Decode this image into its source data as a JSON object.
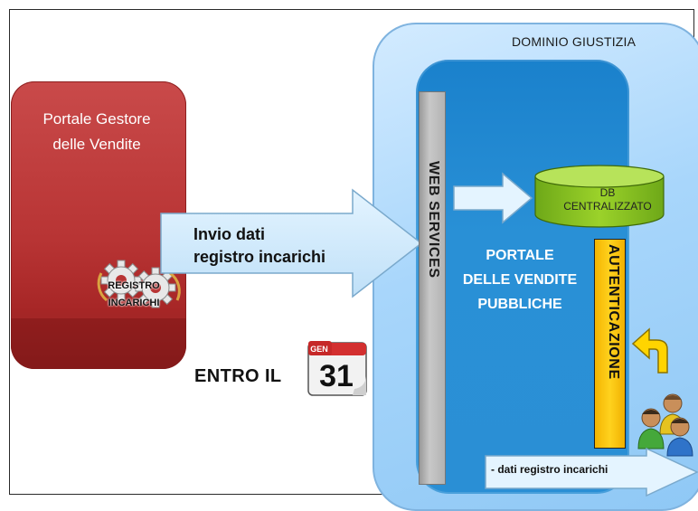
{
  "domain": {
    "title": "DOMINIO GIUSTIZIA"
  },
  "left_portal": {
    "title_line1": "Portale Gestore",
    "title_line2": "delle Vendite"
  },
  "registro": {
    "line1": "REGISTRO",
    "line2": "INCARICHI"
  },
  "main_arrow": {
    "line1": "Invio dati",
    "line2": "registro incarichi"
  },
  "web_services": {
    "label": "WEB SERVICES"
  },
  "database": {
    "line1": "DB",
    "line2": "CENTRALIZZATO"
  },
  "portal": {
    "line1": "PORTALE",
    "line2": "DELLE VENDITE",
    "line3": "PUBBLICHE"
  },
  "authentication": {
    "label": "AUTENTICAZIONE"
  },
  "deadline": {
    "text": "ENTRO IL"
  },
  "calendar": {
    "month": "GEN",
    "day": "31"
  },
  "bottom_arrow": {
    "text": "- dati registro incarichi"
  },
  "colors": {
    "red_portal": "#b83434",
    "domain_blue": "#a8d6fb",
    "portal_blue": "#2990d6",
    "arrow_fill": "#cfeafc",
    "auth_yellow": "#ffd21e",
    "ws_gray": "#b3b3b3"
  },
  "icons": [
    "gear-icon",
    "calendar-icon",
    "curved-arrow-icon",
    "users-icon"
  ]
}
